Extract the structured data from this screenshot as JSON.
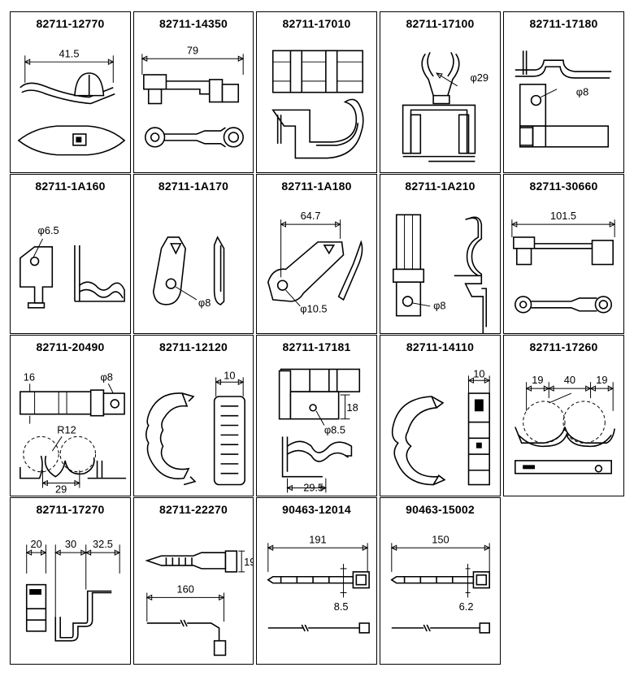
{
  "parts": [
    {
      "part_no": "82711-12770",
      "dims": [
        "41.5"
      ]
    },
    {
      "part_no": "82711-14350",
      "dims": [
        "79"
      ]
    },
    {
      "part_no": "82711-17010",
      "dims": []
    },
    {
      "part_no": "82711-17100",
      "dims": [
        "φ29"
      ]
    },
    {
      "part_no": "82711-17180",
      "dims": [
        "φ8"
      ]
    },
    {
      "part_no": "82711-1A160",
      "dims": [
        "φ6.5"
      ]
    },
    {
      "part_no": "82711-1A170",
      "dims": [
        "φ8"
      ]
    },
    {
      "part_no": "82711-1A180",
      "dims": [
        "64.7",
        "φ10.5"
      ]
    },
    {
      "part_no": "82711-1A210",
      "dims": [
        "φ8"
      ]
    },
    {
      "part_no": "82711-30660",
      "dims": [
        "101.5"
      ]
    },
    {
      "part_no": "82711-20490",
      "dims": [
        "16",
        "φ8",
        "R12",
        "29"
      ]
    },
    {
      "part_no": "82711-12120",
      "dims": [
        "10"
      ]
    },
    {
      "part_no": "82711-17181",
      "dims": [
        "18",
        "φ8.5",
        "29.5"
      ]
    },
    {
      "part_no": "82711-14110",
      "dims": [
        "10"
      ]
    },
    {
      "part_no": "82711-17260",
      "dims": [
        "19",
        "40",
        "19"
      ]
    },
    {
      "part_no": "82711-17270",
      "dims": [
        "20",
        "30",
        "32.5"
      ]
    },
    {
      "part_no": "82711-22270",
      "dims": [
        "19",
        "160"
      ]
    },
    {
      "part_no": "90463-12014",
      "dims": [
        "191",
        "8.5"
      ]
    },
    {
      "part_no": "90463-15002",
      "dims": [
        "150",
        "6.2"
      ]
    }
  ]
}
